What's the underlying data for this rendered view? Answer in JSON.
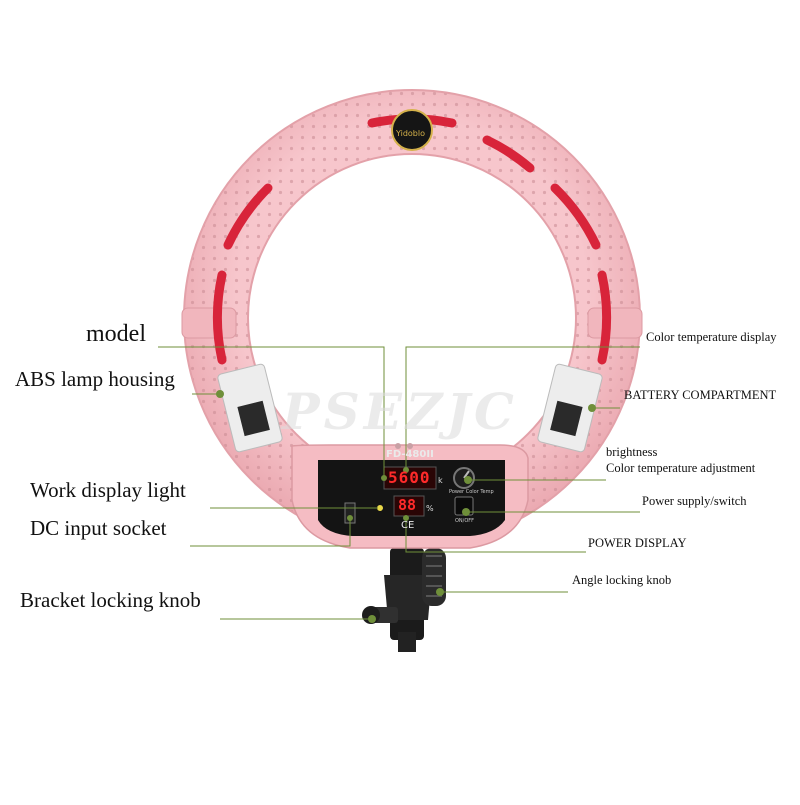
{
  "logo": {
    "text": "Yidoblo"
  },
  "panel": {
    "model": "FD-480II",
    "temp_value": "5600",
    "temp_unit": "k",
    "power_value": "88",
    "power_unit": "%",
    "ce_mark": "CE",
    "knob_caption": "Power  Color Temp",
    "switch_caption": "ON/OFF"
  },
  "watermark": "PSEZJC",
  "labels": {
    "model": "model",
    "abs_housing": "ABS lamp housing",
    "work_display": "Work display light",
    "dc_input": "DC input socket",
    "bracket_knob": "Bracket locking knob",
    "color_temp_display": "Color temperature display",
    "battery": "BATTERY COMPARTMENT",
    "brightness": "brightness",
    "color_temp_adjust": "Color temperature adjustment",
    "power_switch": "Power supply/switch",
    "power_display": "POWER DISPLAY",
    "angle_knob": "Angle locking knob"
  },
  "colors": {
    "ring": "#f4bcc2",
    "ring_shade": "#e6a2aa",
    "red_slot": "#d8243a",
    "panel_black": "#141414",
    "led_red": "#ff2a2a",
    "leader_green": "#6f8f3a"
  }
}
